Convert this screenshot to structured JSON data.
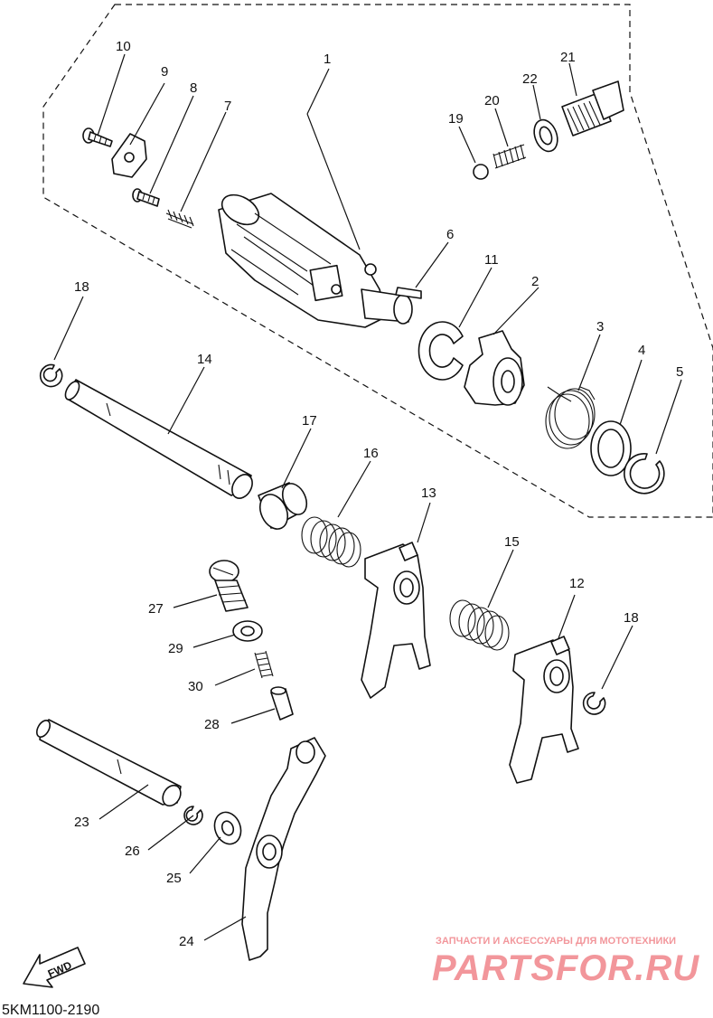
{
  "diagram": {
    "labels": [
      {
        "id": "1",
        "text": "1"
      },
      {
        "id": "2",
        "text": "2"
      },
      {
        "id": "3",
        "text": "3"
      },
      {
        "id": "4",
        "text": "4"
      },
      {
        "id": "5",
        "text": "5"
      },
      {
        "id": "6",
        "text": "6"
      },
      {
        "id": "7",
        "text": "7"
      },
      {
        "id": "8",
        "text": "8"
      },
      {
        "id": "9",
        "text": "9"
      },
      {
        "id": "10",
        "text": "10"
      },
      {
        "id": "11",
        "text": "11"
      },
      {
        "id": "12",
        "text": "12"
      },
      {
        "id": "13",
        "text": "13"
      },
      {
        "id": "14",
        "text": "14"
      },
      {
        "id": "15",
        "text": "15"
      },
      {
        "id": "16",
        "text": "16"
      },
      {
        "id": "17",
        "text": "17"
      },
      {
        "id": "18a",
        "text": "18"
      },
      {
        "id": "18b",
        "text": "18"
      },
      {
        "id": "19",
        "text": "19"
      },
      {
        "id": "20",
        "text": "20"
      },
      {
        "id": "21",
        "text": "21"
      },
      {
        "id": "22",
        "text": "22"
      },
      {
        "id": "23",
        "text": "23"
      },
      {
        "id": "24",
        "text": "24"
      },
      {
        "id": "25",
        "text": "25"
      },
      {
        "id": "26",
        "text": "26"
      },
      {
        "id": "27",
        "text": "27"
      },
      {
        "id": "28",
        "text": "28"
      },
      {
        "id": "29",
        "text": "29"
      },
      {
        "id": "30",
        "text": "30"
      }
    ],
    "fwd_label": "FWD",
    "drawing_code": "5KM1100-2190",
    "colors": {
      "ink": "#111111",
      "watermark": "#e8424a"
    }
  },
  "watermark": {
    "tagline": "ЗАПЧАСТИ И АКСЕССУАРЫ ДЛЯ МОТОТЕХНИКИ",
    "brand": "PARTSFOR.RU"
  }
}
